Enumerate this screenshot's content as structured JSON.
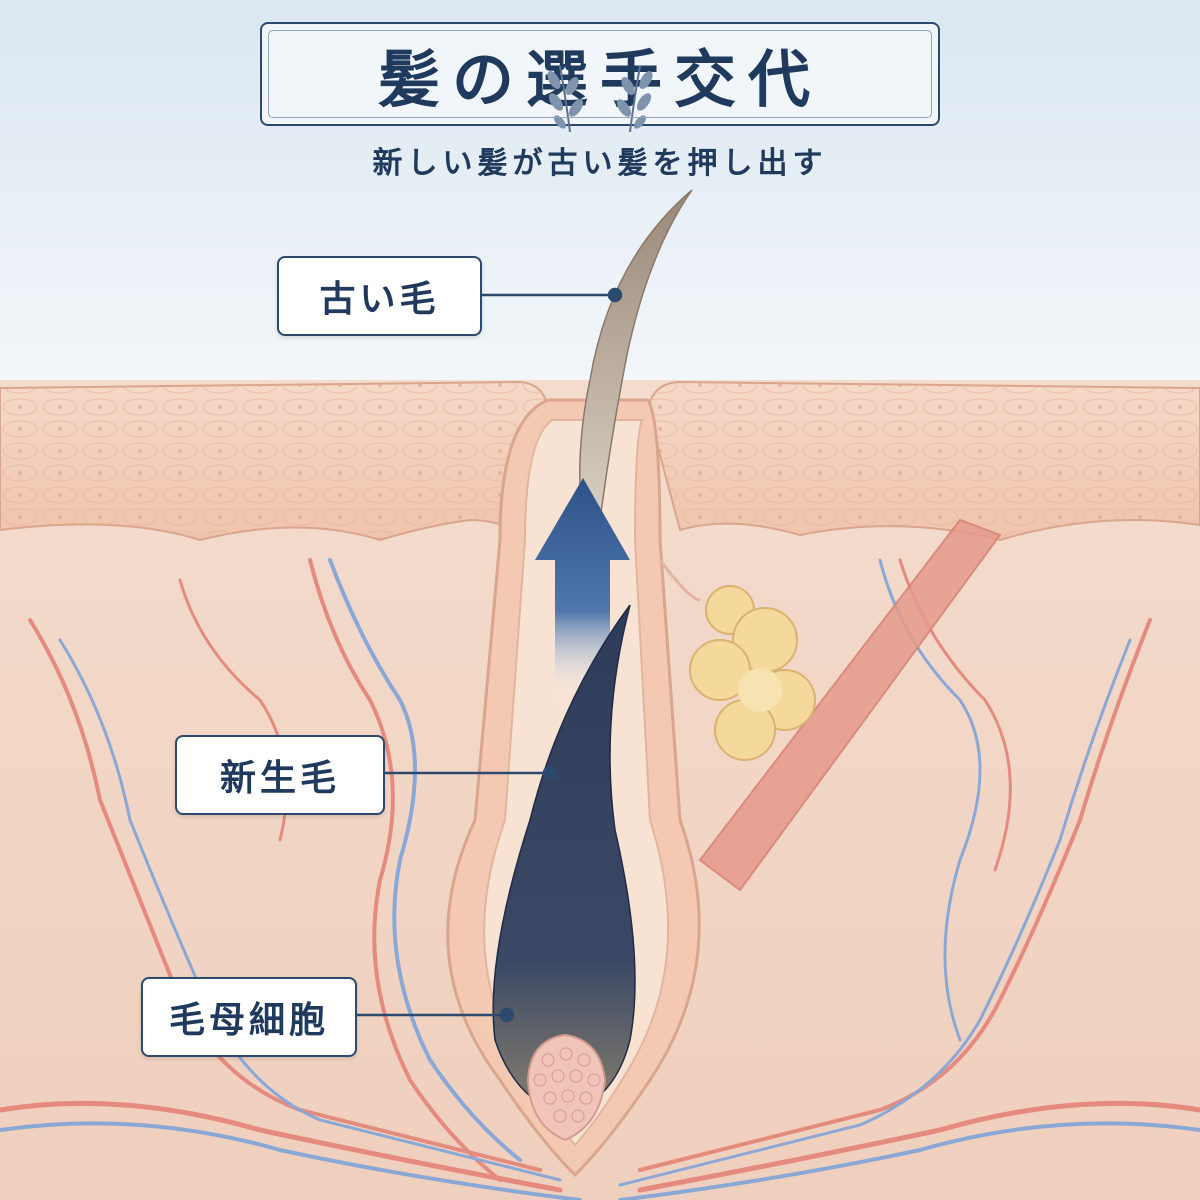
{
  "title": "髪の選手交代",
  "subtitle": "新しい髪が古い髪を押し出す",
  "labels": {
    "old_hair": "古い毛",
    "new_hair": "新生毛",
    "hair_matrix_cells": "毛母細胞"
  },
  "colors": {
    "navy": "#1f3a5c",
    "skin": "#f2d5c2",
    "sky": "#dce8f1",
    "vein": "#7c9fd0",
    "artery": "#e58a7e"
  },
  "icons": [
    "leaf-sprig-icon",
    "up-arrow-icon"
  ]
}
